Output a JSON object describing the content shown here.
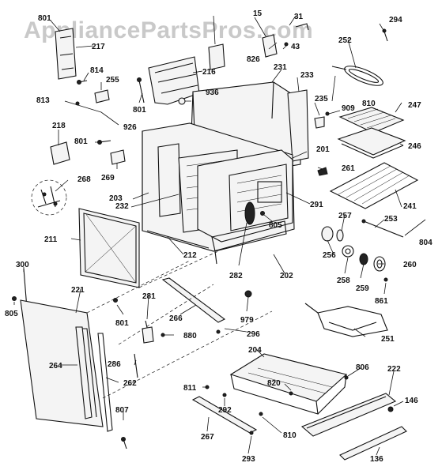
{
  "watermark": "AppliancePartsPros.com",
  "labels": [
    {
      "id": "801a",
      "text": "801"
    },
    {
      "id": "217",
      "text": "217"
    },
    {
      "id": "15",
      "text": "15"
    },
    {
      "id": "31",
      "text": "31"
    },
    {
      "id": "294",
      "text": "294"
    },
    {
      "id": "826",
      "text": "826"
    },
    {
      "id": "43",
      "text": "43"
    },
    {
      "id": "252",
      "text": "252"
    },
    {
      "id": "814",
      "text": "814"
    },
    {
      "id": "255",
      "text": "255"
    },
    {
      "id": "216",
      "text": "216"
    },
    {
      "id": "231",
      "text": "231"
    },
    {
      "id": "233",
      "text": "233"
    },
    {
      "id": "813",
      "text": "813"
    },
    {
      "id": "801b",
      "text": "801"
    },
    {
      "id": "936",
      "text": "936"
    },
    {
      "id": "810a",
      "text": "810"
    },
    {
      "id": "235",
      "text": "235"
    },
    {
      "id": "909",
      "text": "909"
    },
    {
      "id": "247",
      "text": "247"
    },
    {
      "id": "926",
      "text": "926"
    },
    {
      "id": "246",
      "text": "246"
    },
    {
      "id": "218",
      "text": "218"
    },
    {
      "id": "801c",
      "text": "801"
    },
    {
      "id": "201",
      "text": "201"
    },
    {
      "id": "261",
      "text": "261"
    },
    {
      "id": "269",
      "text": "269"
    },
    {
      "id": "268",
      "text": "268"
    },
    {
      "id": "203",
      "text": "203"
    },
    {
      "id": "232",
      "text": "232"
    },
    {
      "id": "291",
      "text": "291"
    },
    {
      "id": "241",
      "text": "241"
    },
    {
      "id": "257",
      "text": "257"
    },
    {
      "id": "253",
      "text": "253"
    },
    {
      "id": "805a",
      "text": "805"
    },
    {
      "id": "804",
      "text": "804"
    },
    {
      "id": "211",
      "text": "211"
    },
    {
      "id": "256",
      "text": "256"
    },
    {
      "id": "212",
      "text": "212"
    },
    {
      "id": "260",
      "text": "260"
    },
    {
      "id": "300",
      "text": "300"
    },
    {
      "id": "282",
      "text": "282"
    },
    {
      "id": "202",
      "text": "202"
    },
    {
      "id": "258",
      "text": "258"
    },
    {
      "id": "259",
      "text": "259"
    },
    {
      "id": "221",
      "text": "221"
    },
    {
      "id": "861",
      "text": "861"
    },
    {
      "id": "281",
      "text": "281"
    },
    {
      "id": "805b",
      "text": "805"
    },
    {
      "id": "801d",
      "text": "801"
    },
    {
      "id": "266",
      "text": "266"
    },
    {
      "id": "979",
      "text": "979"
    },
    {
      "id": "251",
      "text": "251"
    },
    {
      "id": "880",
      "text": "880"
    },
    {
      "id": "296",
      "text": "296"
    },
    {
      "id": "264",
      "text": "264"
    },
    {
      "id": "204",
      "text": "204"
    },
    {
      "id": "806",
      "text": "806"
    },
    {
      "id": "222",
      "text": "222"
    },
    {
      "id": "286",
      "text": "286"
    },
    {
      "id": "262",
      "text": "262"
    },
    {
      "id": "820",
      "text": "820"
    },
    {
      "id": "811",
      "text": "811"
    },
    {
      "id": "146",
      "text": "146"
    },
    {
      "id": "292",
      "text": "292"
    },
    {
      "id": "807",
      "text": "807"
    },
    {
      "id": "810b",
      "text": "810"
    },
    {
      "id": "267",
      "text": "267"
    },
    {
      "id": "293",
      "text": "293"
    },
    {
      "id": "136",
      "text": "136"
    }
  ]
}
